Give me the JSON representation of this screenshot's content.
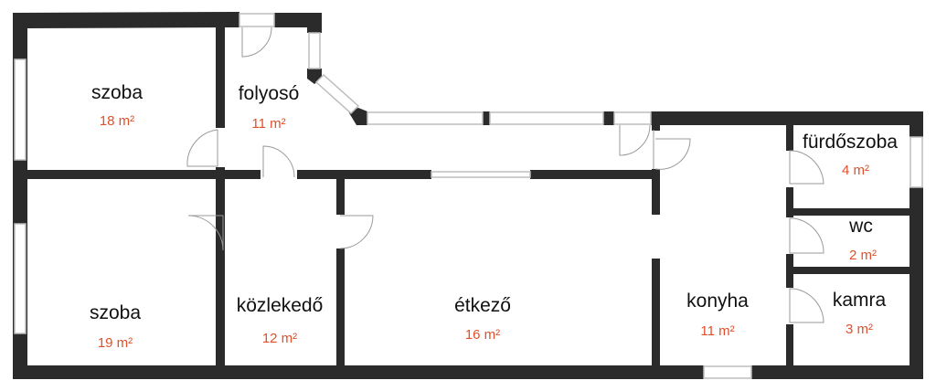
{
  "colors": {
    "wall": "#2b2b2b",
    "area_text": "#e0502a",
    "label_text": "#111111"
  },
  "rooms": [
    {
      "name": "szoba",
      "area": "18 m²"
    },
    {
      "name": "folyosó",
      "area": "11 m²"
    },
    {
      "name": "szoba",
      "area": "19 m²"
    },
    {
      "name": "közlekedő",
      "area": "12 m²"
    },
    {
      "name": "étkező",
      "area": "16 m²"
    },
    {
      "name": "konyha",
      "area": "11 m²"
    },
    {
      "name": "fürdőszoba",
      "area": "4 m²"
    },
    {
      "name": "wc",
      "area": "2 m²"
    },
    {
      "name": "kamra",
      "area": "3 m²"
    }
  ]
}
